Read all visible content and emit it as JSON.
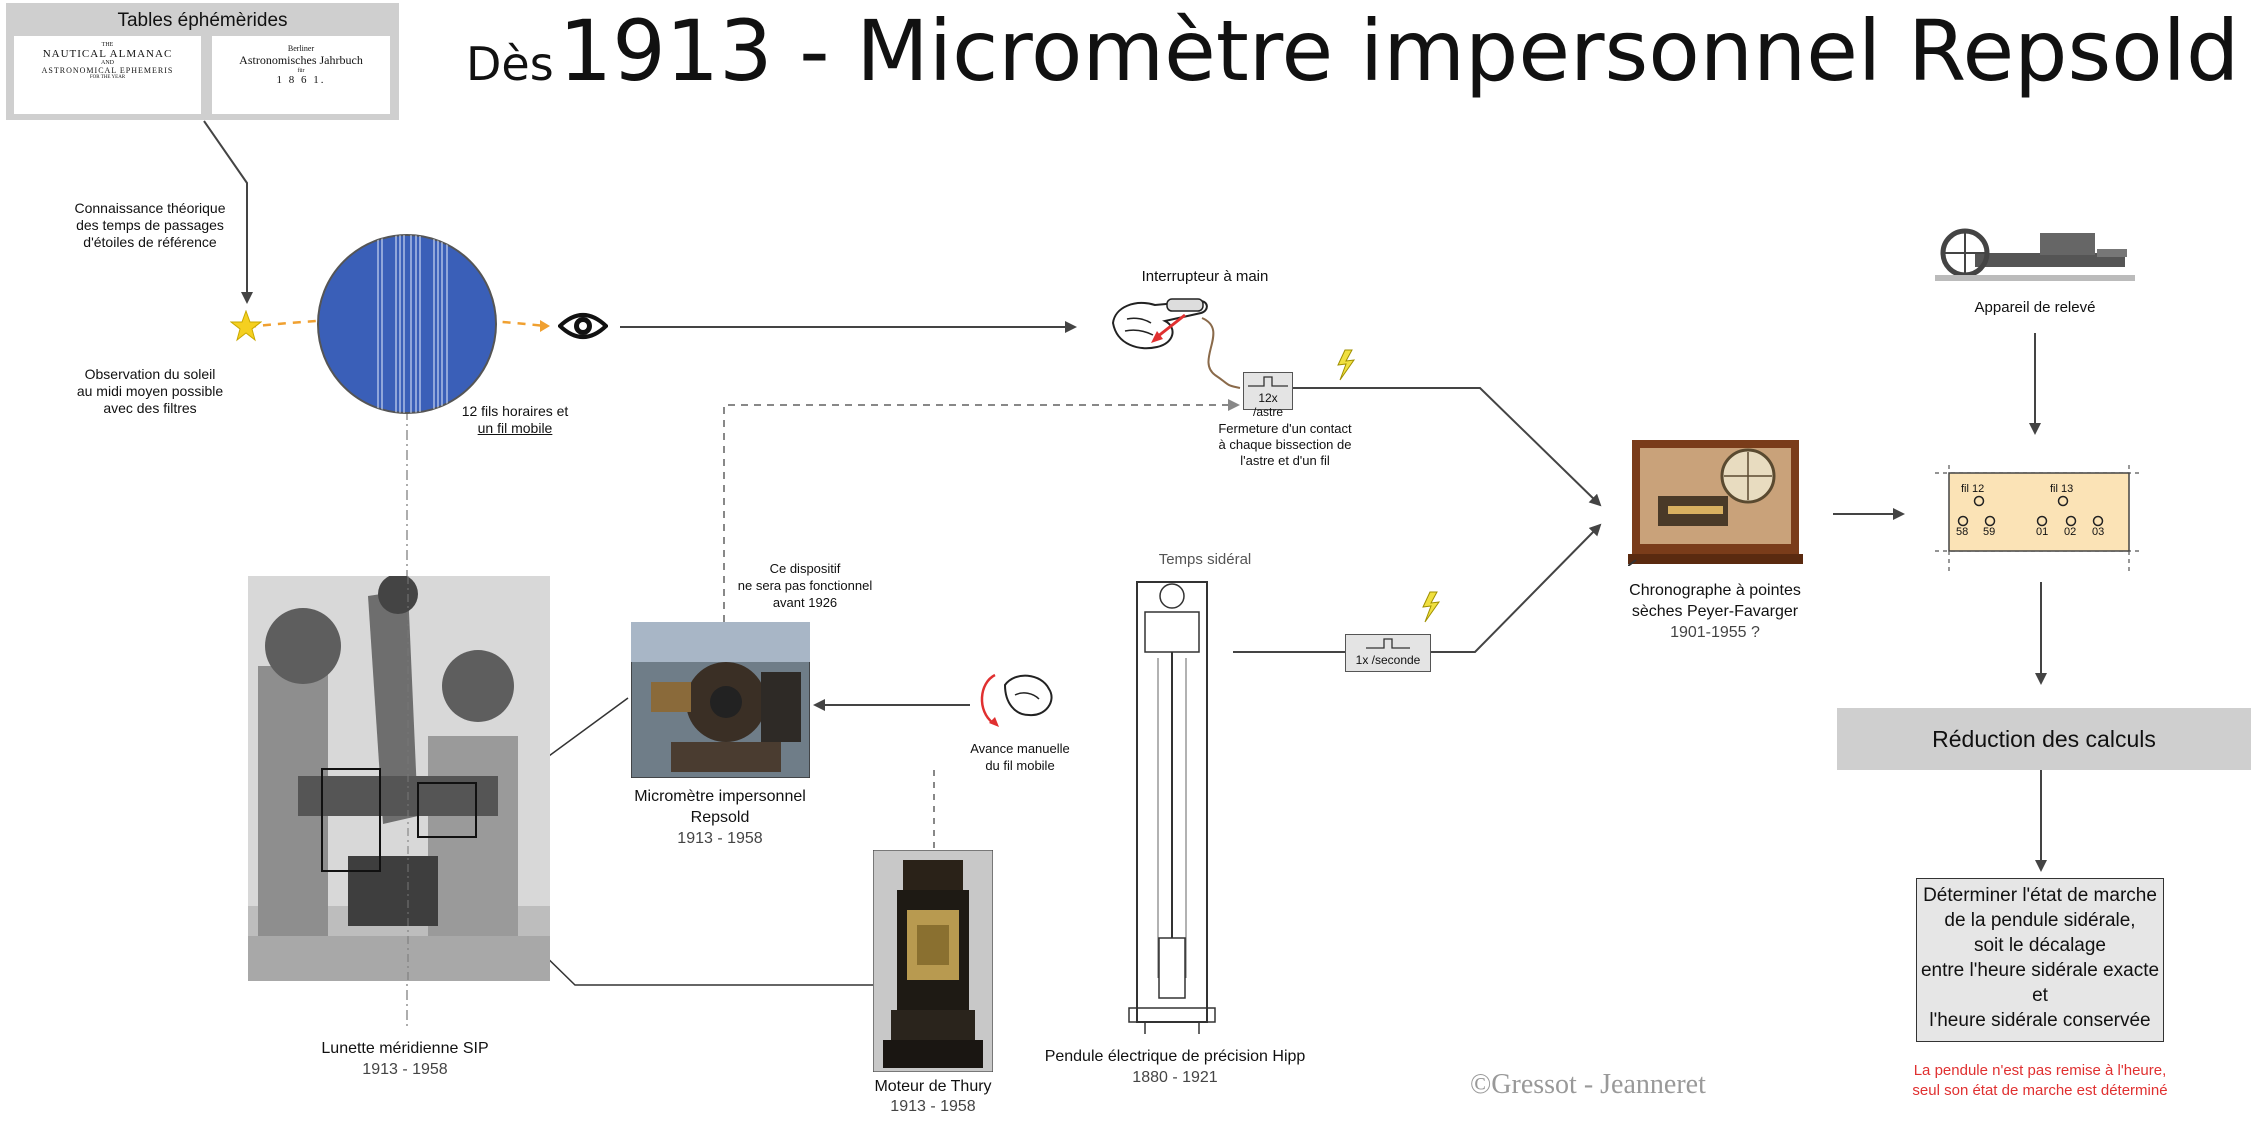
{
  "title": {
    "prefix": "Dès",
    "main": "1913 - Micromètre impersonnel Repsold"
  },
  "tables": {
    "heading": "Tables éphémèrides",
    "almanac_lines": [
      "THE",
      "NAUTICAL ALMANAC",
      "AND",
      "ASTRONOMICAL EPHEMERIS",
      "FOR THE YEAR"
    ],
    "jahrbuch_lines": [
      "Berliner",
      "Astronomisches Jahrbuch",
      "für",
      "1 8 6 1."
    ]
  },
  "captions": {
    "theorie": [
      "Connaissance théorique",
      "des temps de passages",
      "d'étoiles de référence"
    ],
    "soleil": [
      "Observation du soleil",
      "au  midi moyen possible",
      "avec des filtres"
    ],
    "fils": [
      "12 fils horaires et",
      "un fil mobile"
    ],
    "interrupteur": "Interrupteur à main",
    "fermeture": [
      "Fermeture d'un contact",
      "à chaque bissection de",
      "l'astre et d'un fil"
    ],
    "dispositif": [
      "Ce dispositif",
      "ne sera pas fonctionnel",
      "avant 1926"
    ],
    "avance": [
      "Avance manuelle",
      "du fil mobile"
    ],
    "temps_sideral": "Temps sidéral",
    "appareil": "Appareil de relevé"
  },
  "tags": {
    "astre": "12x /astre",
    "seconde": "1x /seconde"
  },
  "instruments": {
    "lunette": {
      "name": "Lunette méridienne SIP",
      "years": "1913 - 1958"
    },
    "micrometre": {
      "name_l1": "Micromètre impersonnel",
      "name_l2": "Repsold",
      "years": "1913 - 1958"
    },
    "moteur": {
      "name": "Moteur de Thury",
      "years": "1913 - 1958"
    },
    "pendule": {
      "name": "Pendule électrique de précision Hipp",
      "years": "1880 - 1921"
    },
    "chronographe": {
      "name_l1": "Chronographe à pointes",
      "name_l2": "sèches Peyer-Favarger",
      "years": "1901-1955 ?"
    }
  },
  "tape": {
    "fil_a": "fil 12",
    "fil_b": "fil 13",
    "ticks": [
      "58",
      "59",
      "01",
      "02",
      "03"
    ]
  },
  "reduction": "Réduction des calculs",
  "determiner": [
    "Déterminer l'état de marche",
    "de la pendule sidérale,",
    "soit le décalage",
    "entre l'heure sidérale exacte",
    "et",
    "l'heure sidérale conservée"
  ],
  "note": [
    "La pendule n'est pas remise à l'heure,",
    "seul son état de marche est déterminé"
  ],
  "copyright": "©Gressot - Jeanneret",
  "colors": {
    "globe": "#3a5fb8",
    "tape": "#fbe3b6",
    "note": "#e03030",
    "arrow": "#444444",
    "orbit": "#f0a030",
    "star": "#f5d020"
  }
}
